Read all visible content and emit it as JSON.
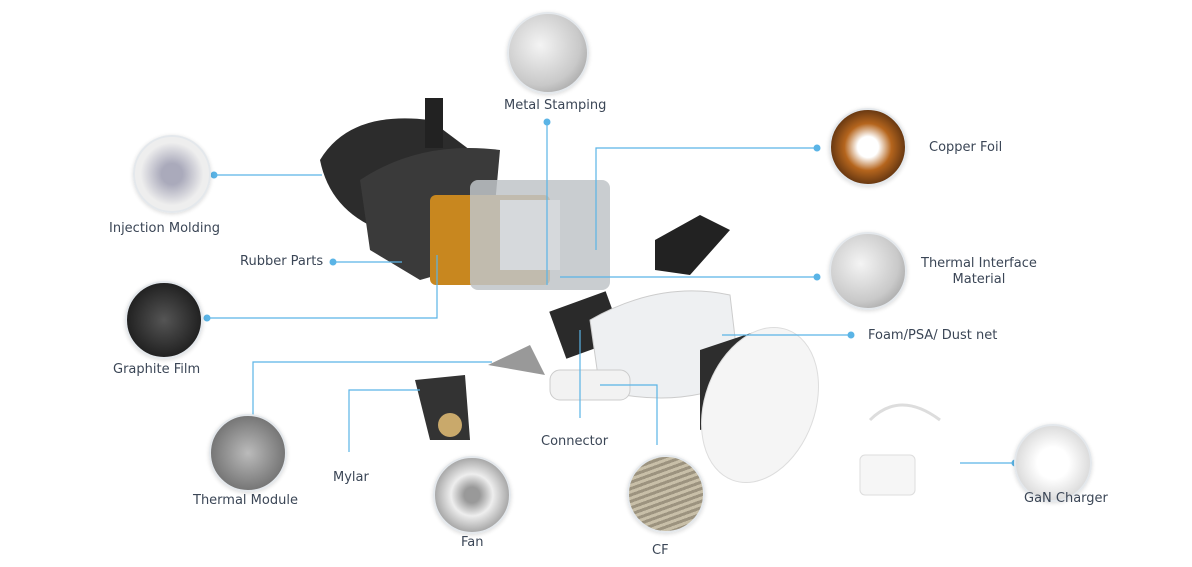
{
  "labels": {
    "metal_stamping": "Metal Stamping",
    "copper_foil": "Copper Foil",
    "injection_molding": "Injection Molding",
    "rubber_parts": "Rubber Parts",
    "tim_line1": "Thermal Interface",
    "tim_line2": "Material",
    "graphite_film": "Graphite Film",
    "foam": "Foam/PSA/ Dust net",
    "thermal_module": "Thermal Module",
    "mylar": "Mylar",
    "connector": "Connector",
    "fan": "Fan",
    "cf": "CF",
    "gan_charger": "GaN Charger"
  },
  "colors": {
    "line": "#5ab4e6",
    "text": "#3b4656"
  }
}
